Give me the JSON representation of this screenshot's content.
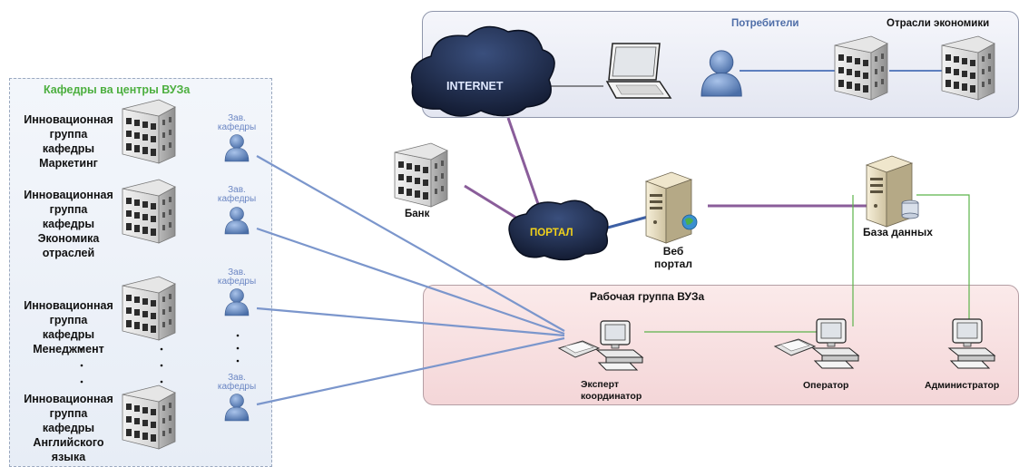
{
  "left_panel": {
    "title": "Кафедры ва центры ВУЗа",
    "departments": [
      {
        "lines": [
          "Инновационная",
          "группа",
          "кафедры",
          "Маркетинг"
        ]
      },
      {
        "lines": [
          "Инновационная",
          "группа",
          "кафедры",
          "Экономика",
          "отраслей"
        ]
      },
      {
        "lines": [
          "Инновационная",
          "группа",
          "кафедры",
          "Менеджмент"
        ]
      },
      {
        "lines": [
          "Инновационная",
          "группа",
          "кафедры",
          "Английского",
          "языка"
        ]
      }
    ],
    "head_label": [
      "Зав.",
      "кафедры"
    ]
  },
  "top_panel": {
    "consumers": "Потребители",
    "sectors": "Отрасли экономики"
  },
  "internet": "INTERNET",
  "portal_cloud": "ПОРТАЛ",
  "bank": "Банк",
  "web_portal": [
    "Веб",
    "портал"
  ],
  "database": "База данных",
  "work_group": {
    "title": "Рабочая группа ВУЗа",
    "expert": [
      "Эксперт",
      "координатор"
    ],
    "operator": "Оператор",
    "admin": "Администратор"
  },
  "colors": {
    "blue_link": "#7b96cc",
    "purple_link": "#8a5d9a",
    "green_link": "#5cb34a",
    "cloud": "#1d2a4a",
    "cloud_text_internet": "#dfe8ff",
    "cloud_text_portal": "#f2d21a"
  }
}
